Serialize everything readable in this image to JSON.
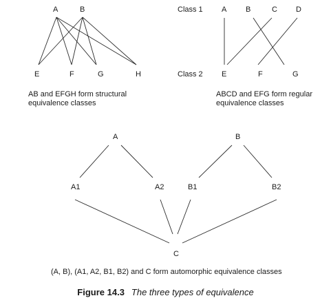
{
  "panel1": {
    "top_labels": [
      "A",
      "B"
    ],
    "bottom_labels": [
      "E",
      "F",
      "G",
      "H"
    ],
    "caption_line1": "AB and EFGH form structural",
    "caption_line2": "equivalence classes"
  },
  "panel2": {
    "class1_label": "Class 1",
    "class2_label": "Class 2",
    "top_labels": [
      "A",
      "B",
      "C",
      "D"
    ],
    "bottom_labels": [
      "E",
      "F",
      "G"
    ],
    "caption_line1": "ABCD and EFG form regular",
    "caption_line2": "equivalence classes"
  },
  "panel3": {
    "roots": [
      "A",
      "B"
    ],
    "middle_labels": [
      "A1",
      "A2",
      "B1",
      "B2"
    ],
    "bottom_label": "C",
    "caption": "(A, B), (A1, A2, B1, B2) and C form automorphic equivalence classes"
  },
  "figure": {
    "number": "Figure 14.3",
    "title": "The three types of equivalence"
  }
}
